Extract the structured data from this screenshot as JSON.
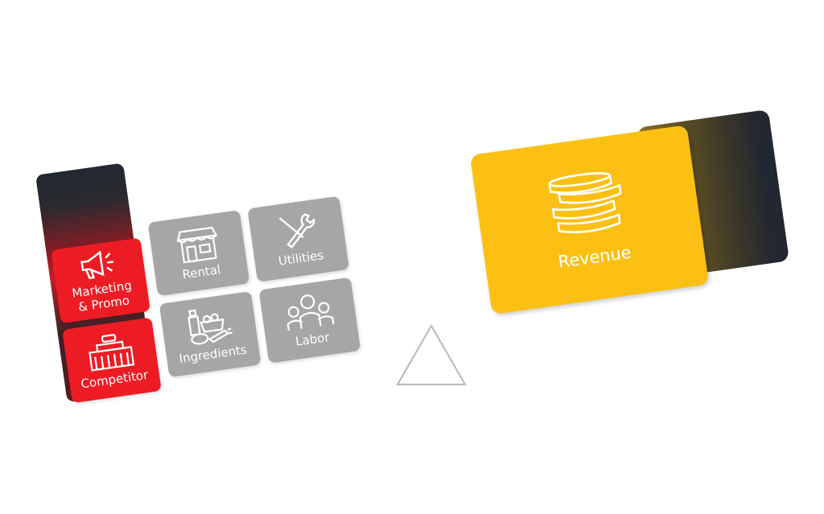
{
  "cost_tiles": {
    "marketing": {
      "label_line1": "Marketing",
      "label_line2": "& Promo",
      "icon": "megaphone-icon"
    },
    "competitor": {
      "label": "Competitor",
      "icon": "store-building-icon"
    },
    "rental": {
      "label": "Rental",
      "icon": "shopfront-icon"
    },
    "utilities": {
      "label": "Utilities",
      "icon": "tools-icon"
    },
    "ingredients": {
      "label": "Ingredients",
      "icon": "groceries-icon"
    },
    "labor": {
      "label": "Labor",
      "icon": "people-icon"
    }
  },
  "revenue": {
    "label": "Revenue",
    "icon": "coins-icon"
  },
  "colors": {
    "red": "#ed1c24",
    "gray": "#a6a6a6",
    "yellow": "#fcc015",
    "dark": "#222831"
  }
}
